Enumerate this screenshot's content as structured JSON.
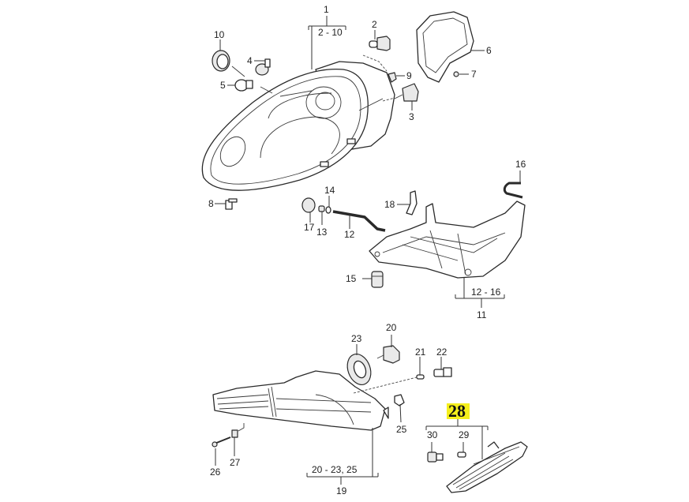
{
  "diagram": {
    "title": "Headlight and turn signal assembly – exploded parts view",
    "highlight_color": "#f5ef1c",
    "groups": [
      {
        "id": "headlight",
        "callout": "1",
        "range": "2 - 10"
      },
      {
        "id": "bracket",
        "callout": "11",
        "range": "12 - 16"
      },
      {
        "id": "turn-signal",
        "callout": "19",
        "range": "20 - 23, 25"
      },
      {
        "id": "side-marker",
        "callout": "28",
        "highlighted": true
      }
    ],
    "callouts": {
      "c1": "1",
      "c2": "2",
      "c3": "3",
      "c4": "4",
      "c5": "5",
      "c6": "6",
      "c7": "7",
      "c8": "8",
      "c9": "9",
      "c10": "10",
      "c11": "11",
      "c12": "12",
      "c13": "13",
      "c14": "14",
      "c15": "15",
      "c16": "16",
      "c17": "17",
      "c18": "18",
      "c19": "19",
      "c20": "20",
      "c21": "21",
      "c22": "22",
      "c23": "23",
      "c25": "25",
      "c26": "26",
      "c27": "27",
      "c28": "28",
      "c29": "29",
      "c30": "30"
    },
    "ranges": {
      "r1": "2 - 10",
      "r11": "12 - 16",
      "r19": "20 - 23, 25"
    }
  }
}
